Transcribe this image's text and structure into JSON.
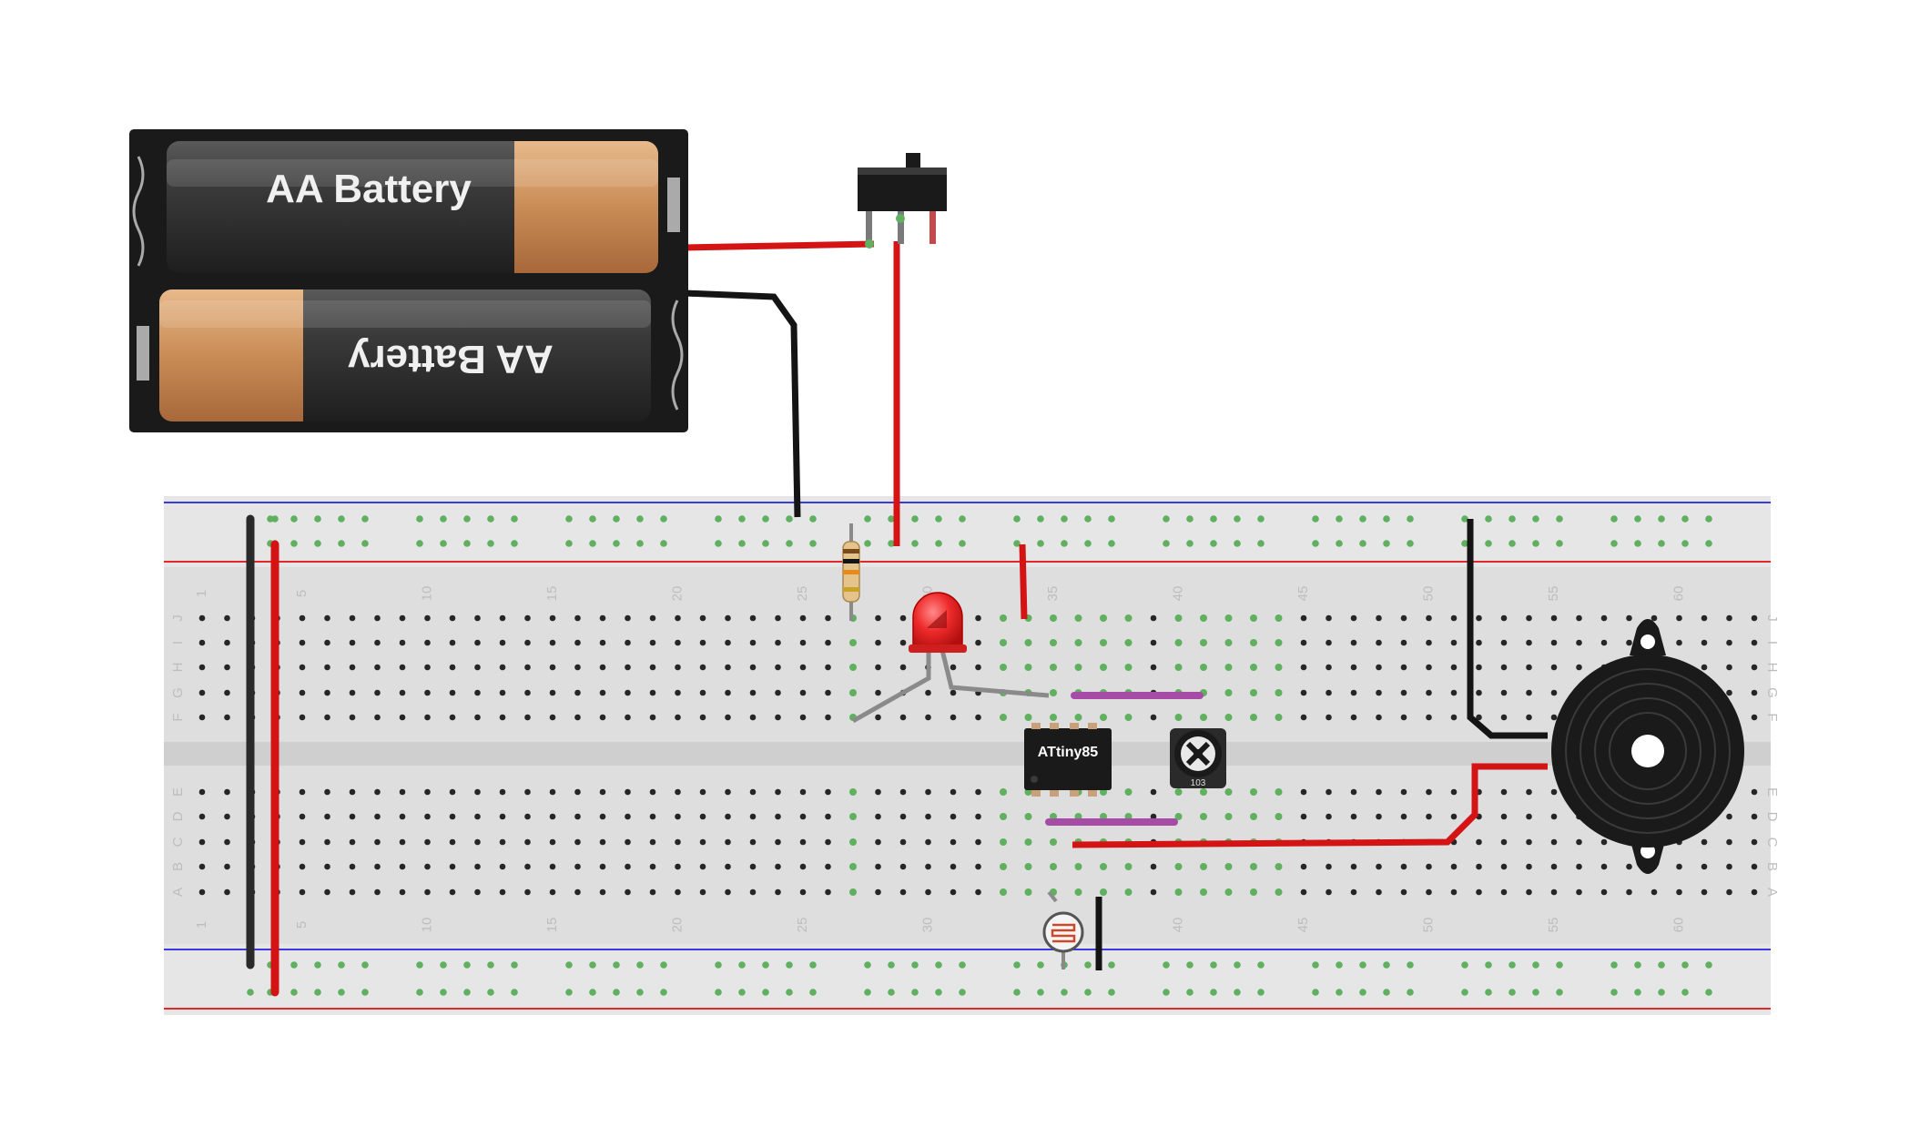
{
  "diagram": {
    "components": {
      "battery_top_label": "AA Battery",
      "battery_bottom_label": "AA Battery",
      "chip_label": "ATtiny85",
      "pot_label": "103"
    },
    "breadboard": {
      "columns": 63,
      "column_number_labels": [
        "1",
        "5",
        "10",
        "15",
        "20",
        "25",
        "30",
        "35",
        "40",
        "45",
        "50",
        "55",
        "60"
      ],
      "row_letters_top": [
        "J",
        "I",
        "H",
        "G",
        "F"
      ],
      "row_letters_bottom": [
        "E",
        "D",
        "C",
        "B",
        "A"
      ]
    },
    "colors": {
      "wire_red": "#d41414",
      "wire_black": "#141414",
      "wire_gray": "#8a8a8a",
      "jumper_purple": "#a64ca6",
      "board": "#dedede",
      "hole_active": "#5fb05f",
      "rail_blue": "#3a3ae0",
      "rail_red": "#e02a2a"
    }
  }
}
